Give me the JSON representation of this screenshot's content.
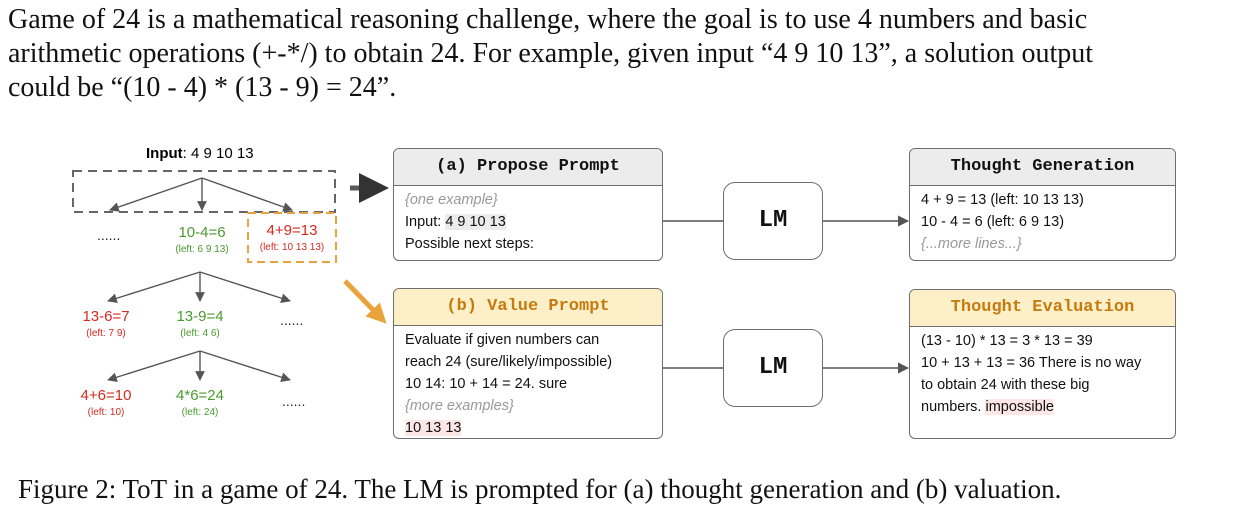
{
  "intro": {
    "line1": "Game of 24 is a mathematical reasoning challenge, where the goal is to use 4 numbers and basic",
    "line2": "arithmetic operations (+-*/) to obtain 24. For example, given input “4 9 10 13”, a solution output",
    "line3": "could be “(10 - 4) * (13 - 9) = 24”."
  },
  "tree": {
    "input_label": "Input",
    "input_value": ": 4 9 10 13",
    "level1": [
      {
        "text": "......",
        "sub": ""
      },
      {
        "text": "10-4=6",
        "sub": "(left: 6 9 13)"
      },
      {
        "text": "4+9=13",
        "sub": "(left: 10 13 13)"
      }
    ],
    "level2": [
      {
        "text": "13-6=7",
        "sub": "(left: 7 9)"
      },
      {
        "text": "13-9=4",
        "sub": "(left: 4 6)"
      },
      {
        "text": "......",
        "sub": ""
      }
    ],
    "level3": [
      {
        "text": "4+6=10",
        "sub": "(left: 10)"
      },
      {
        "text": "4*6=24",
        "sub": "(left: 24)"
      },
      {
        "text": "......",
        "sub": ""
      }
    ]
  },
  "propose": {
    "title": "(a) Propose Prompt",
    "line1": "{one example}",
    "line2_prefix": "Input: ",
    "line2_value": "4 9 10 13",
    "line3": "Possible next steps:"
  },
  "value": {
    "title": "(b) Value Prompt",
    "line1": "Evaluate if given numbers can",
    "line2": "reach 24 (sure/likely/impossible)",
    "line3": "10 14: 10 + 14 = 24. sure",
    "line4": "{more examples}",
    "line5": "10 13 13"
  },
  "lm": {
    "label": "LM"
  },
  "generation": {
    "title": "Thought Generation",
    "line1": "4 + 9 = 13 (left: 10 13 13)",
    "line2": "10 - 4 = 6 (left: 6 9 13)",
    "line3": "{...more lines...}"
  },
  "evaluation": {
    "title": "Thought Evaluation",
    "line1": "(13 - 10) * 13 = 3 * 13 = 39",
    "line2": "10 + 13 + 13 = 36 There is no way",
    "line3": "to obtain 24 with these big",
    "line4_prefix": "numbers. ",
    "line4_value": "impossible"
  },
  "caption": "Figure 2: ToT in a game of 24. The LM is prompted for (a) thought generation and (b) valuation.",
  "colors": {
    "green": "#4a9a2f",
    "red": "#d42a1f",
    "orange": "#e8a33d",
    "header_gray": "#ececec",
    "header_yellow": "#fdf0c8",
    "title_orange": "#c77a10"
  }
}
